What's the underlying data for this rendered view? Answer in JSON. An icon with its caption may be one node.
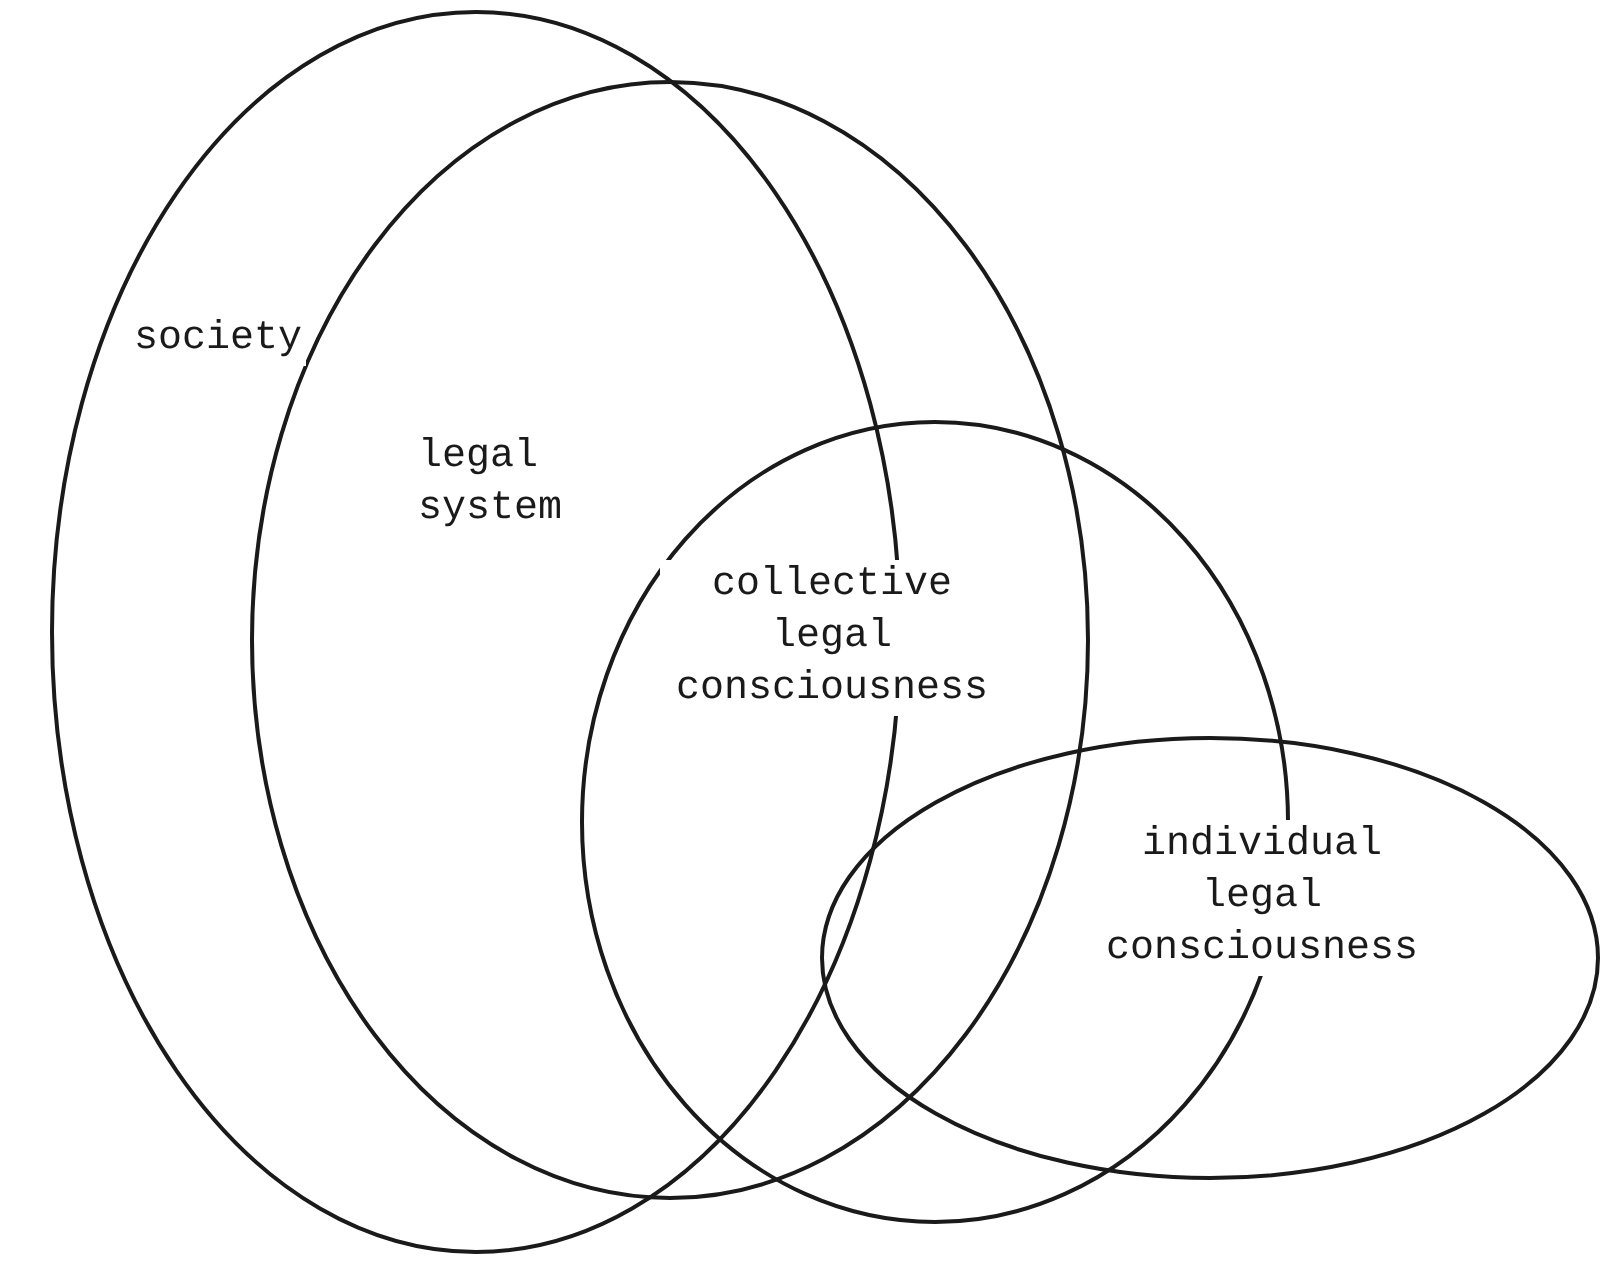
{
  "diagram": {
    "nodes": [
      {
        "text": [
          "society"
        ]
      },
      {
        "text": [
          "legal system"
        ]
      },
      {
        "text": [
          "collective legal consciousness"
        ]
      },
      {
        "text": [
          "individual legal consciousness"
        ]
      }
    ]
  }
}
